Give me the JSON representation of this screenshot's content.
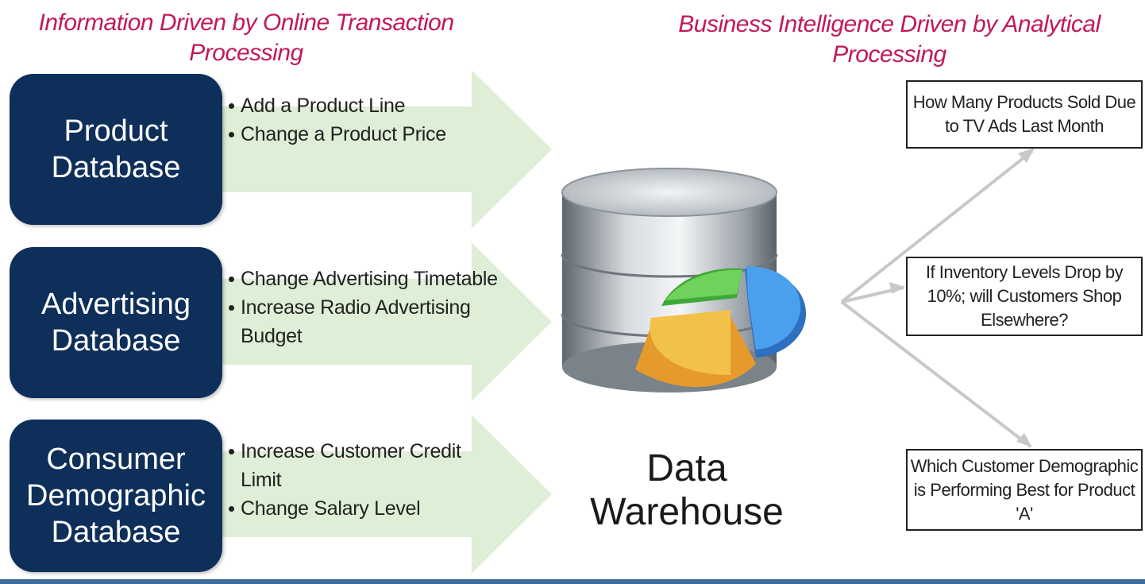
{
  "headings": {
    "left": "Information Driven by Online Transaction Processing",
    "right": "Business Intelligence Driven by Analytical Processing"
  },
  "sources": [
    {
      "label_lines": [
        "Product",
        "Database"
      ],
      "bullets": [
        "Add a Product Line",
        "Change a Product Price"
      ]
    },
    {
      "label_lines": [
        "Advertising",
        "Database"
      ],
      "bullets": [
        "Change Advertising Timetable",
        "Increase Radio Advertising Budget"
      ]
    },
    {
      "label_lines": [
        "Consumer",
        "Demographic",
        "Database"
      ],
      "bullets": [
        "Increase Customer Credit Limit",
        "Change Salary Level"
      ]
    }
  ],
  "warehouse": {
    "label_lines": [
      "Data",
      "Warehouse"
    ]
  },
  "questions": [
    "How Many Products Sold Due to TV Ads Last Month",
    "If Inventory Levels Drop by 10%; will Customers Shop Elsewhere?",
    "Which Customer Demographic is Performing Best for Product 'A'"
  ],
  "colors": {
    "heading": "#c2185b",
    "source_box": "#0e2f5a",
    "arrow": "#dfeed6",
    "connector": "#c8c8c8",
    "pie_green": "#5cc24a",
    "pie_blue": "#3f8fe0",
    "pie_yellow": "#f2b63a"
  }
}
